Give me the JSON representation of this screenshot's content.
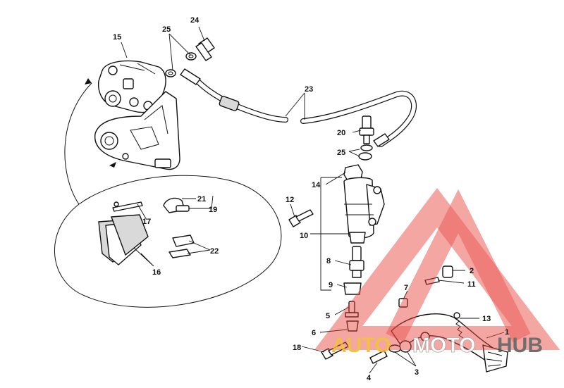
{
  "callouts": [
    {
      "id": "c1",
      "text": "1"
    },
    {
      "id": "c2",
      "text": "2"
    },
    {
      "id": "c3",
      "text": "3"
    },
    {
      "id": "c4",
      "text": "4"
    },
    {
      "id": "c5",
      "text": "5"
    },
    {
      "id": "c6",
      "text": "6"
    },
    {
      "id": "c7",
      "text": "7"
    },
    {
      "id": "c8",
      "text": "8"
    },
    {
      "id": "c9",
      "text": "9"
    },
    {
      "id": "c10",
      "text": "10"
    },
    {
      "id": "c11",
      "text": "11"
    },
    {
      "id": "c12",
      "text": "12"
    },
    {
      "id": "c13",
      "text": "13"
    },
    {
      "id": "c14",
      "text": "14"
    },
    {
      "id": "c15",
      "text": "15"
    },
    {
      "id": "c16",
      "text": "16"
    },
    {
      "id": "c17",
      "text": "17"
    },
    {
      "id": "c18",
      "text": "18"
    },
    {
      "id": "c19",
      "text": "19"
    },
    {
      "id": "c20",
      "text": "20"
    },
    {
      "id": "c21",
      "text": "21"
    },
    {
      "id": "c22",
      "text": "22"
    },
    {
      "id": "c23",
      "text": "23"
    },
    {
      "id": "c24",
      "text": "24"
    },
    {
      "id": "c25a",
      "text": "25"
    },
    {
      "id": "c25b",
      "text": "25"
    }
  ],
  "watermark": {
    "part1": "AUTO",
    "part2": "MOTO",
    "part3": "HUB",
    "colors": {
      "triangle": "#e8403a",
      "part1": "#f0b429",
      "part2": "#ffffff",
      "part3": "#555555"
    }
  }
}
